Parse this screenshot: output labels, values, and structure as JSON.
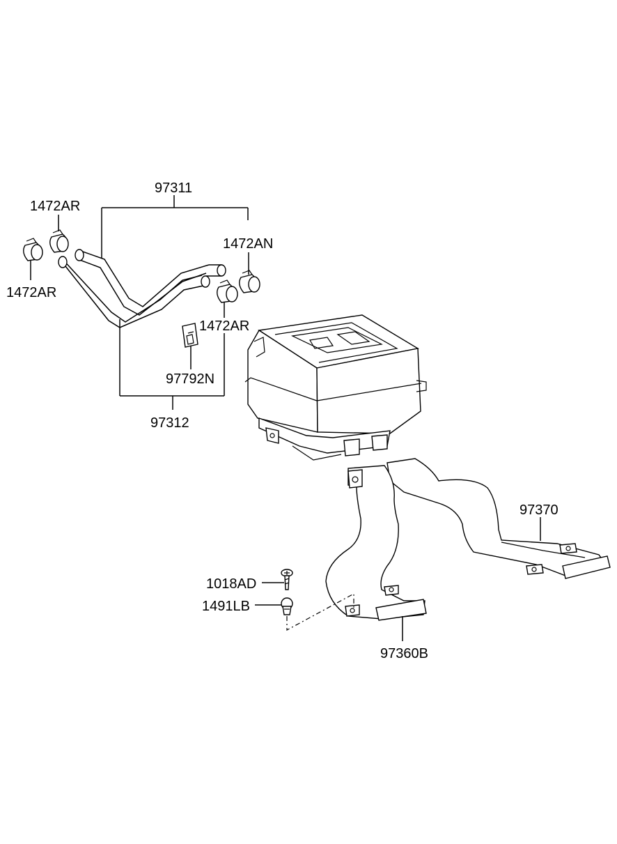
{
  "labels": {
    "hose_upper": "97311",
    "hose_lower": "97312",
    "clamp_left_upper": "1472AR",
    "clamp_left_lower": "1472AR",
    "clamp_right_upper": "1472AN",
    "clamp_right_lower": "1472AR",
    "bracket": "97792N",
    "duct_right": "97370",
    "duct_left": "97360B",
    "screw": "1018AD",
    "clip": "1491LB"
  }
}
